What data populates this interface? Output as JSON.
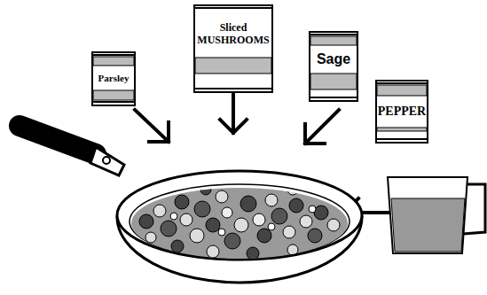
{
  "diagram": {
    "nodes": [
      {
        "text": [
          "Parsley"
        ]
      },
      {
        "text": [
          "Sliced MUSHROOMS"
        ]
      },
      {
        "text": [
          "Sage"
        ]
      },
      {
        "text": [
          "PEPPER"
        ]
      }
    ]
  }
}
